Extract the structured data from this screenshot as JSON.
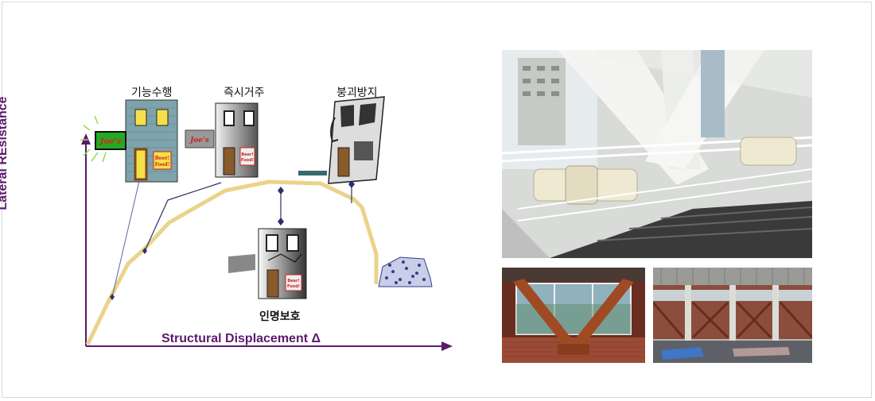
{
  "diagram": {
    "y_axis_label": "Lateral REsistance",
    "x_axis_label": "Structural Displacement Δ",
    "levels": {
      "operational": "기능수행",
      "immediate_occupancy": "즉시거주",
      "life_safety": "인명보호",
      "collapse_prevention": "붕괴방지"
    },
    "sign_text": "Joe's",
    "poster_text": "Beer! Food!"
  },
  "colors": {
    "axis": "#5b1a6e",
    "curve": "#ead38a",
    "leader": "#2d2f6e",
    "brick": "#7fa3ad"
  }
}
